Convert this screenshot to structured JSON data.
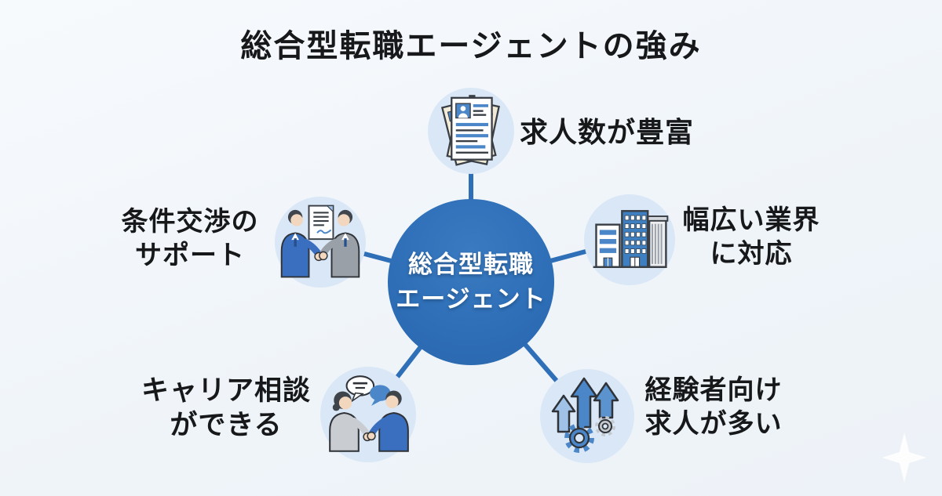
{
  "title": "総合型転職エージェントの強み",
  "center": {
    "line1": "総合型転職",
    "line2": "エージェント"
  },
  "items": [
    {
      "id": "jobs",
      "position": "top",
      "icon": "resume-documents-icon",
      "label": "求人数が豊富"
    },
    {
      "id": "negotiation",
      "position": "upper-left",
      "icon": "handshake-contract-icon",
      "line1": "条件交渉の",
      "line2": "サポート"
    },
    {
      "id": "industries",
      "position": "upper-right",
      "icon": "office-buildings-icon",
      "line1": "幅広い業界",
      "line2": "に対応"
    },
    {
      "id": "career",
      "position": "lower-left",
      "icon": "consultation-icon",
      "line1": "キャリア相談",
      "line2": "ができる"
    },
    {
      "id": "experienced",
      "position": "lower-right",
      "icon": "growth-arrows-gears-icon",
      "line1": "経験者向け",
      "line2": "求人が多い"
    }
  ],
  "decorations": {
    "sparkle_icon": "four-point-star"
  },
  "colors": {
    "background": "#f2f6fa",
    "center_circle": "#2e6fb8",
    "connector": "#2e6fb8",
    "icon_circle_bg": "#d9e7f6",
    "accent_blue": "#4a86c8",
    "text": "#17181a",
    "center_text": "#ffffff"
  }
}
